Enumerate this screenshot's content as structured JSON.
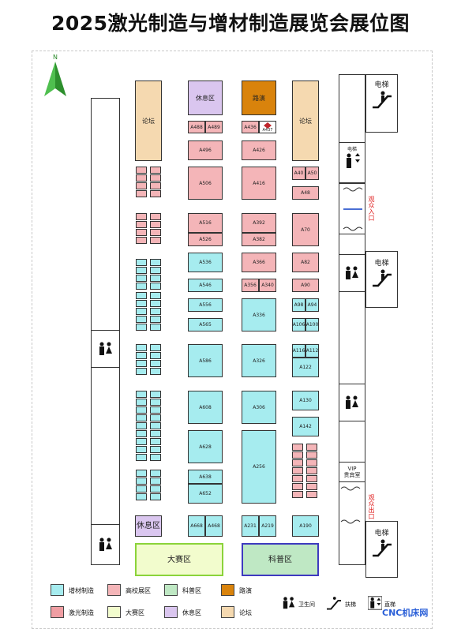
{
  "title": "2025激光制造与增材制造展览会展位图",
  "north": "N",
  "zones": {
    "forum_left": "论坛",
    "forum_right": "论坛",
    "rest_top": "休息区",
    "roadshow": "路演",
    "rest_bottom": "休息区",
    "contest": "大赛区",
    "science": "科普区"
  },
  "booths": {
    "A488": "A488",
    "A489": "A489",
    "A436": "A436",
    "A437": "A437",
    "A496": "A496",
    "A426": "A426",
    "A506": "A506",
    "A416": "A416",
    "A40": "A40",
    "A50": "A50",
    "A48": "A48",
    "A516": "A516",
    "A526": "A526",
    "A392": "A392",
    "A382": "A382",
    "A70": "A70",
    "A536": "A536",
    "A366": "A366",
    "A82": "A82",
    "A546": "A546",
    "A356": "A356",
    "A340": "A340",
    "A90": "A90",
    "A556": "A556",
    "A336": "A336",
    "A98": "A98",
    "A94": "A94",
    "A565": "A565",
    "A106": "A106",
    "A100": "A100",
    "A586": "A586",
    "A326": "A326",
    "A116": "A116",
    "A112": "A112",
    "A122": "A122",
    "A608": "A608",
    "A306": "A306",
    "A130": "A130",
    "A142": "A142",
    "A628": "A628",
    "A256": "A256",
    "A638": "A638",
    "A652": "A652",
    "A668": "A668",
    "A468": "A468",
    "A231": "A231",
    "A219": "A219",
    "A190": "A190"
  },
  "right_strip": {
    "elevator_top": "电梯",
    "elevator_mid": "电梯",
    "elevator_bottom": "电梯",
    "lift_small": "电梯",
    "entrance": "观众入口",
    "exit": "观众出口",
    "vip_line1": "VIP",
    "vip_line2": "贵宾室"
  },
  "legend": {
    "items": [
      {
        "label": "增材制造",
        "color": "#a6ecef"
      },
      {
        "label": "高校展区",
        "color": "#f4b5b8"
      },
      {
        "label": "科普区",
        "color": "#bfe8c4"
      },
      {
        "label": "路演",
        "color": "#d9830c"
      },
      {
        "label": "激光制造",
        "color": "#f09ea3"
      },
      {
        "label": "大赛区",
        "color": "#f2fccd"
      },
      {
        "label": "休息区",
        "color": "#dac6ef"
      },
      {
        "label": "论坛",
        "color": "#f5d9b0"
      }
    ],
    "restroom": "卫生间",
    "escalator": "扶梯",
    "lift": "直梯"
  },
  "watermark": "CNC机床网"
}
